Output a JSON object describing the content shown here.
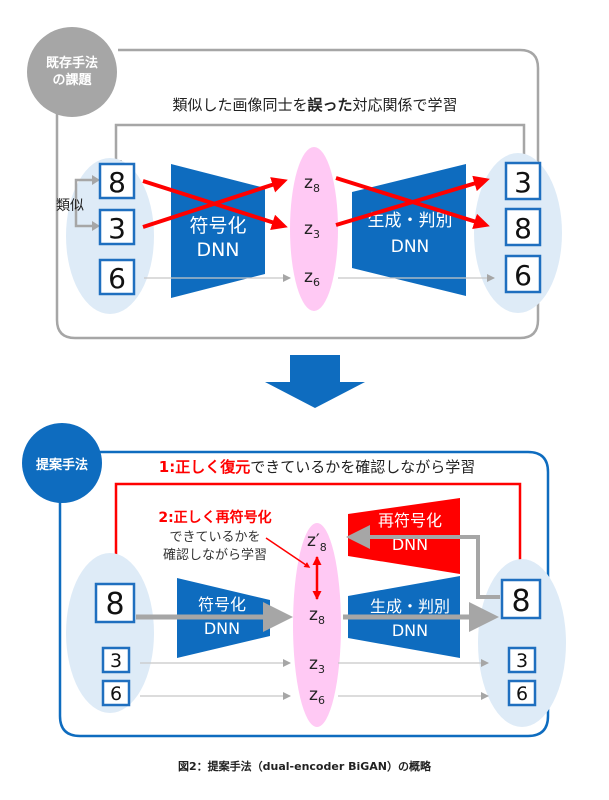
{
  "colors": {
    "gray": "#a6a6a6",
    "blue": "#0e6cbf",
    "red": "#ff0000",
    "pink": "#ffc9f4",
    "lightblue": "#deebf7",
    "digit_box_border": "#1f6fbf"
  },
  "top_panel": {
    "badge": [
      "既存手法",
      "の課題"
    ],
    "title_pre": "類似した画像同士を",
    "title_bold": "誤った",
    "title_post": "対応関係で学習",
    "similar_label": "類似",
    "input_digits": [
      "8",
      "3",
      "6"
    ],
    "encoder_label": [
      "符号化",
      "DNN"
    ],
    "latent": [
      {
        "base": "z",
        "sub": "8"
      },
      {
        "base": "z",
        "sub": "3"
      },
      {
        "base": "z",
        "sub": "6"
      }
    ],
    "generator_label": [
      "生成・判別",
      "DNN"
    ],
    "output_digits": [
      "3",
      "8",
      "6"
    ]
  },
  "bottom_panel": {
    "badge": "提案手法",
    "title_red": "1:正しく復元",
    "title_rest": "できているかを確認しながら学習",
    "note_red": "2:正しく再符号化",
    "note_lines": [
      "できているかを",
      "確認しながら学習"
    ],
    "reencoder_label": [
      "再符号化",
      "DNN"
    ],
    "encoder_label": [
      "符号化",
      "DNN"
    ],
    "generator_label": [
      "生成・判別",
      "DNN"
    ],
    "latent_prime": {
      "base": "z′",
      "sub": "8"
    },
    "latent": [
      {
        "base": "z",
        "sub": "8"
      },
      {
        "base": "z",
        "sub": "3"
      },
      {
        "base": "z",
        "sub": "6"
      }
    ],
    "input_digits": [
      "8",
      "3",
      "6"
    ],
    "output_digits": [
      "8",
      "3",
      "6"
    ]
  },
  "caption": "図2：提案手法（dual-encoder BiGAN）の概略"
}
